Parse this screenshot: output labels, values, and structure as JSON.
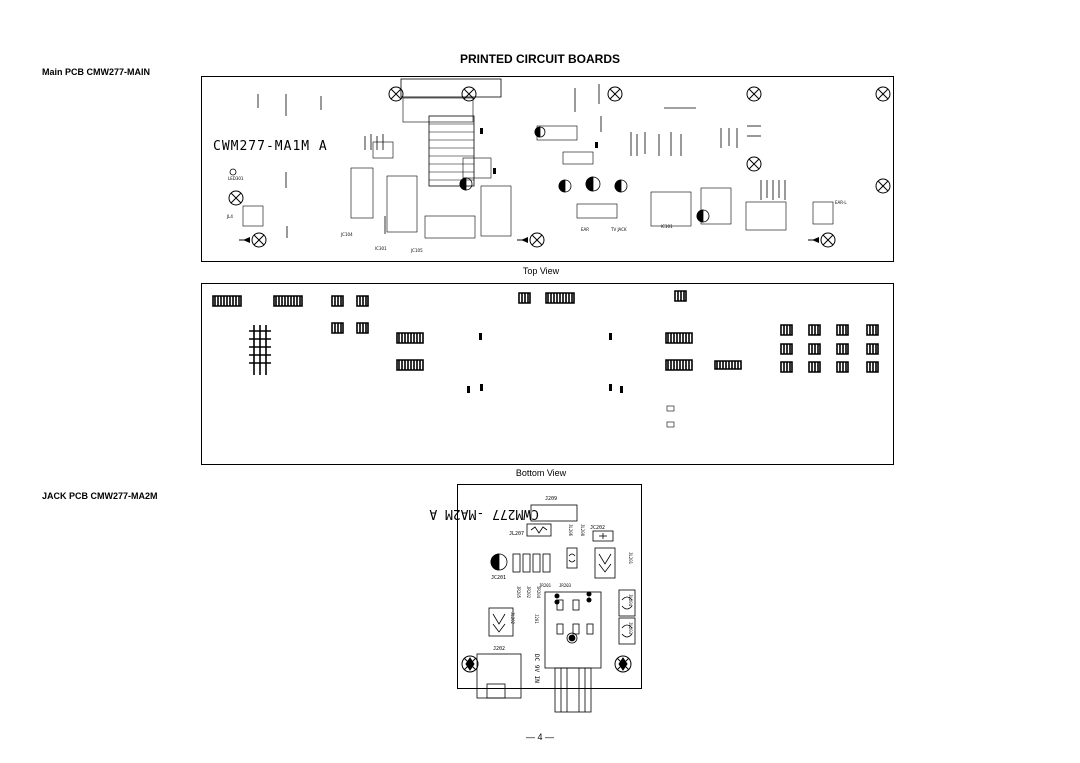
{
  "page": {
    "title": "PRINTED CIRCUIT BOARDS",
    "main_pcb_label": "Main PCB CMW277-MAIN",
    "top_view_label": "Top View",
    "bottom_view_label": "Bottom View",
    "jack_pcb_label": "JACK PCB CMW277-MA2M",
    "page_number": "— 4 —"
  },
  "top_board": {
    "silkscreen_name": "CWM277-MA1M  A",
    "labels": [
      "LED301",
      "JL4",
      "IC301",
      "EAR",
      "TV  JACK",
      "EAR-L",
      "IC101",
      "JC104",
      "JC105"
    ]
  },
  "jack_board": {
    "silkscreen_name": "CWM277 -MA2M  A",
    "labels": {
      "j209": "J209",
      "j207": "JL207",
      "j206": "JL206",
      "j208": "JL208",
      "jc202": "JC202",
      "jc201": "JC201",
      "jl201": "JL201",
      "jr205": "JR205",
      "jr202": "JR202",
      "jr204": "JR204",
      "jr201": "JR201",
      "jr203": "JR203",
      "jl202": "JL202",
      "j201": "J201",
      "jl204": "JL204",
      "jl203": "JL203",
      "j202": "J202",
      "dcin": "DC 9V IN"
    }
  }
}
